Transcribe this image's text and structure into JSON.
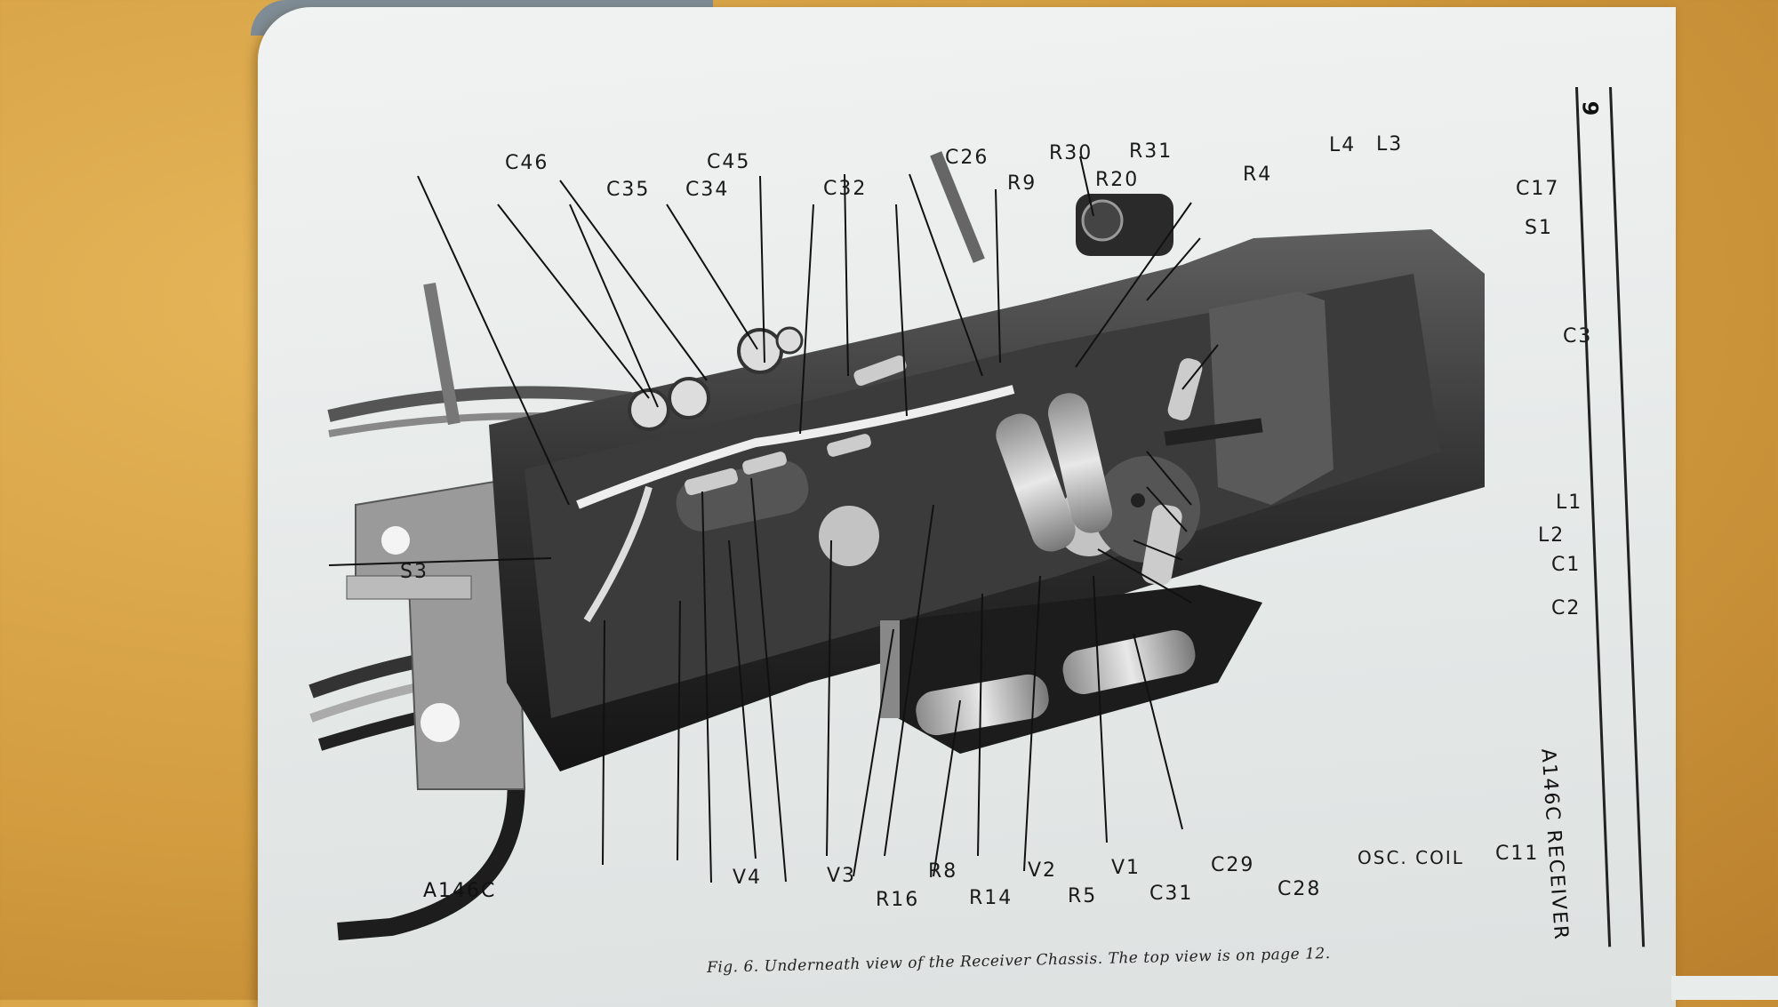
{
  "page": {
    "number": "9",
    "side_title": "A146C RECEIVER",
    "model_code": "A146C",
    "caption": "Fig. 6. Underneath view of the Receiver Chassis. The top view is on page 12."
  },
  "figure": {
    "description_icon": "receiver-chassis-photo",
    "labels": [
      {
        "id": "c46",
        "text": "C46"
      },
      {
        "id": "c45",
        "text": "C45"
      },
      {
        "id": "c35",
        "text": "C35"
      },
      {
        "id": "c34",
        "text": "C34"
      },
      {
        "id": "c32",
        "text": "C32"
      },
      {
        "id": "c26",
        "text": "C26"
      },
      {
        "id": "r9",
        "text": "R9"
      },
      {
        "id": "r30",
        "text": "R30"
      },
      {
        "id": "r20",
        "text": "R20"
      },
      {
        "id": "r31",
        "text": "R31"
      },
      {
        "id": "r4",
        "text": "R4"
      },
      {
        "id": "l4",
        "text": "L4"
      },
      {
        "id": "l3",
        "text": "L3"
      },
      {
        "id": "c17",
        "text": "C17"
      },
      {
        "id": "s1",
        "text": "S1"
      },
      {
        "id": "c3",
        "text": "C3"
      },
      {
        "id": "l1",
        "text": "L1"
      },
      {
        "id": "l2",
        "text": "L2"
      },
      {
        "id": "c1",
        "text": "C1"
      },
      {
        "id": "c2",
        "text": "C2"
      },
      {
        "id": "s3",
        "text": "S3"
      },
      {
        "id": "v4",
        "text": "V4"
      },
      {
        "id": "v3",
        "text": "V3"
      },
      {
        "id": "r16",
        "text": "R16"
      },
      {
        "id": "r8",
        "text": "R8"
      },
      {
        "id": "r14",
        "text": "R14"
      },
      {
        "id": "v2",
        "text": "V2"
      },
      {
        "id": "r5",
        "text": "R5"
      },
      {
        "id": "v1",
        "text": "V1"
      },
      {
        "id": "c31",
        "text": "C31"
      },
      {
        "id": "c29",
        "text": "C29"
      },
      {
        "id": "c28",
        "text": "C28"
      },
      {
        "id": "osc-coil",
        "text": "OSC. COIL"
      },
      {
        "id": "c11",
        "text": "C11"
      }
    ]
  },
  "colors": {
    "desk": "#d29c3f",
    "paper": "#e8ecea",
    "ink": "#1a1a1a"
  }
}
